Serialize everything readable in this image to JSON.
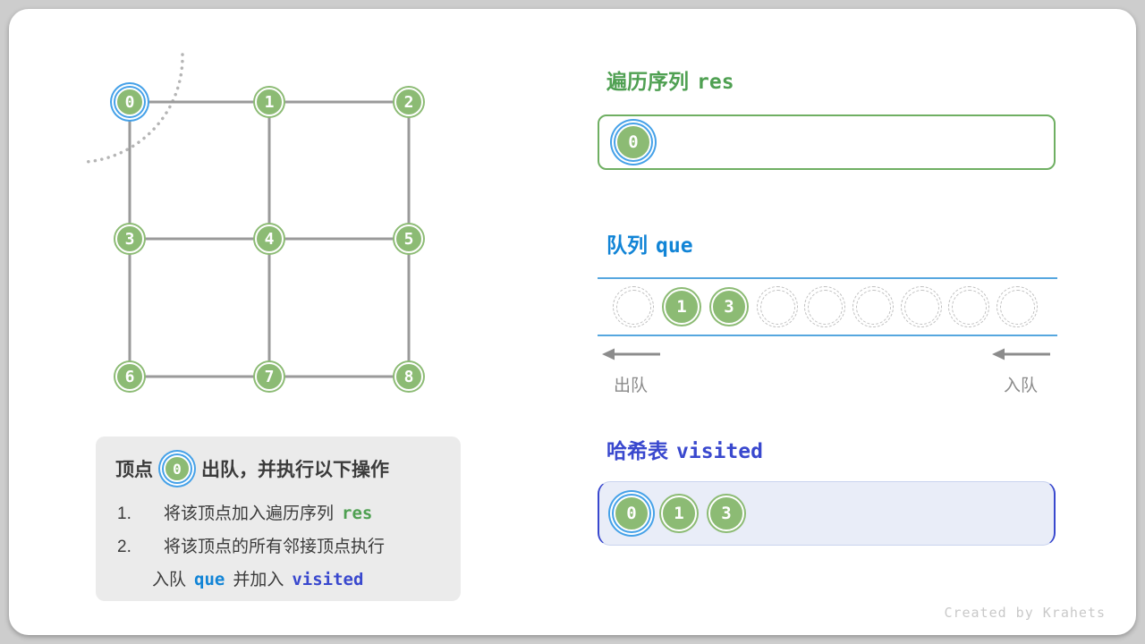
{
  "figure": {
    "watermark": "Created by Krahets"
  },
  "graph": {
    "nodes": [
      {
        "label": "0",
        "highlighted": true
      },
      {
        "label": "1"
      },
      {
        "label": "2"
      },
      {
        "label": "3"
      },
      {
        "label": "4"
      },
      {
        "label": "5"
      },
      {
        "label": "6"
      },
      {
        "label": "7"
      },
      {
        "label": "8"
      }
    ],
    "edges": [
      "0-1",
      "1-2",
      "3-4",
      "4-5",
      "6-7",
      "7-8",
      "0-3",
      "3-6",
      "1-4",
      "4-7",
      "2-5",
      "5-8"
    ]
  },
  "res_section": {
    "heading_cn": "遍历序列",
    "heading_code": "res",
    "items": [
      {
        "label": "0",
        "highlighted": true
      }
    ]
  },
  "queue_section": {
    "heading_cn": "队列",
    "heading_code": "que",
    "slots": [
      {
        "label": ""
      },
      {
        "label": "1"
      },
      {
        "label": "3"
      },
      {
        "label": ""
      },
      {
        "label": ""
      },
      {
        "label": ""
      },
      {
        "label": ""
      },
      {
        "label": ""
      },
      {
        "label": ""
      }
    ],
    "dequeue_label": "出队",
    "enqueue_label": "入队"
  },
  "visited_section": {
    "heading_cn": "哈希表",
    "heading_code": "visited",
    "items": [
      {
        "label": "0",
        "highlighted": true
      },
      {
        "label": "1"
      },
      {
        "label": "3"
      }
    ]
  },
  "info_box": {
    "title_prefix": "顶点",
    "title_node": "0",
    "title_suffix": "出队，并执行以下操作",
    "step1_num": "1.",
    "step1_text": "将该顶点加入遍历序列",
    "step1_code": "res",
    "step2_num": "2.",
    "step2_text": "将该顶点的所有邻接顶点执行",
    "step2_cont_a": "入队",
    "step2_cont_code1": "que",
    "step2_cont_b": "并加入",
    "step2_cont_code2": "visited"
  },
  "colors": {
    "node_green": "#8CBB74",
    "highlight_blue": "#45A1E8",
    "res_green": "#4FA052",
    "res_box_border": "#6FAF62",
    "que_blue": "#1184D6",
    "queue_line_blue": "#56A7DF",
    "visited_indigo": "#3948CE",
    "visited_box_bg": "#E9EDF8",
    "visited_box_edge": "#C9D3EF",
    "edge_gray": "#9A9A9A",
    "arrow_gray": "#8C8C8C",
    "label_gray": "#8A8A8A",
    "dotted_gray": "#C0C0C0",
    "arc_gray": "#B5B5B5",
    "info_bg": "#EBEBEB",
    "text_dark": "#3B3B3B",
    "outer_bg": "#CDCDCD",
    "watermark_gray": "#C9C9C9"
  }
}
